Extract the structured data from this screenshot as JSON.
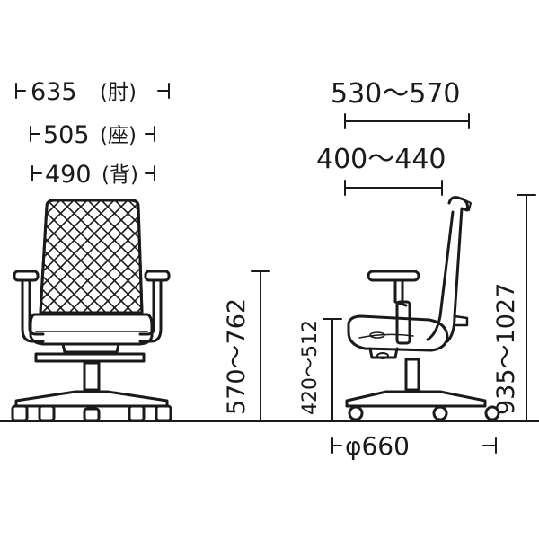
{
  "diagram": {
    "front_dimensions": {
      "width_armrest": "635",
      "armrest_label": "(肘)",
      "width_seat": "505",
      "seat_label": "(座)",
      "width_back": "490",
      "back_label": "(背)",
      "armrest_height": "570〜762"
    },
    "side_dimensions": {
      "depth_overall": "530〜570",
      "depth_seat": "400〜440",
      "seat_height": "420〜512",
      "total_height": "935〜1027",
      "base_diameter": "φ660"
    },
    "colors": {
      "line": "#1a1a1a",
      "background": "#ffffff",
      "mesh_fill": "#f5f5f5"
    }
  }
}
